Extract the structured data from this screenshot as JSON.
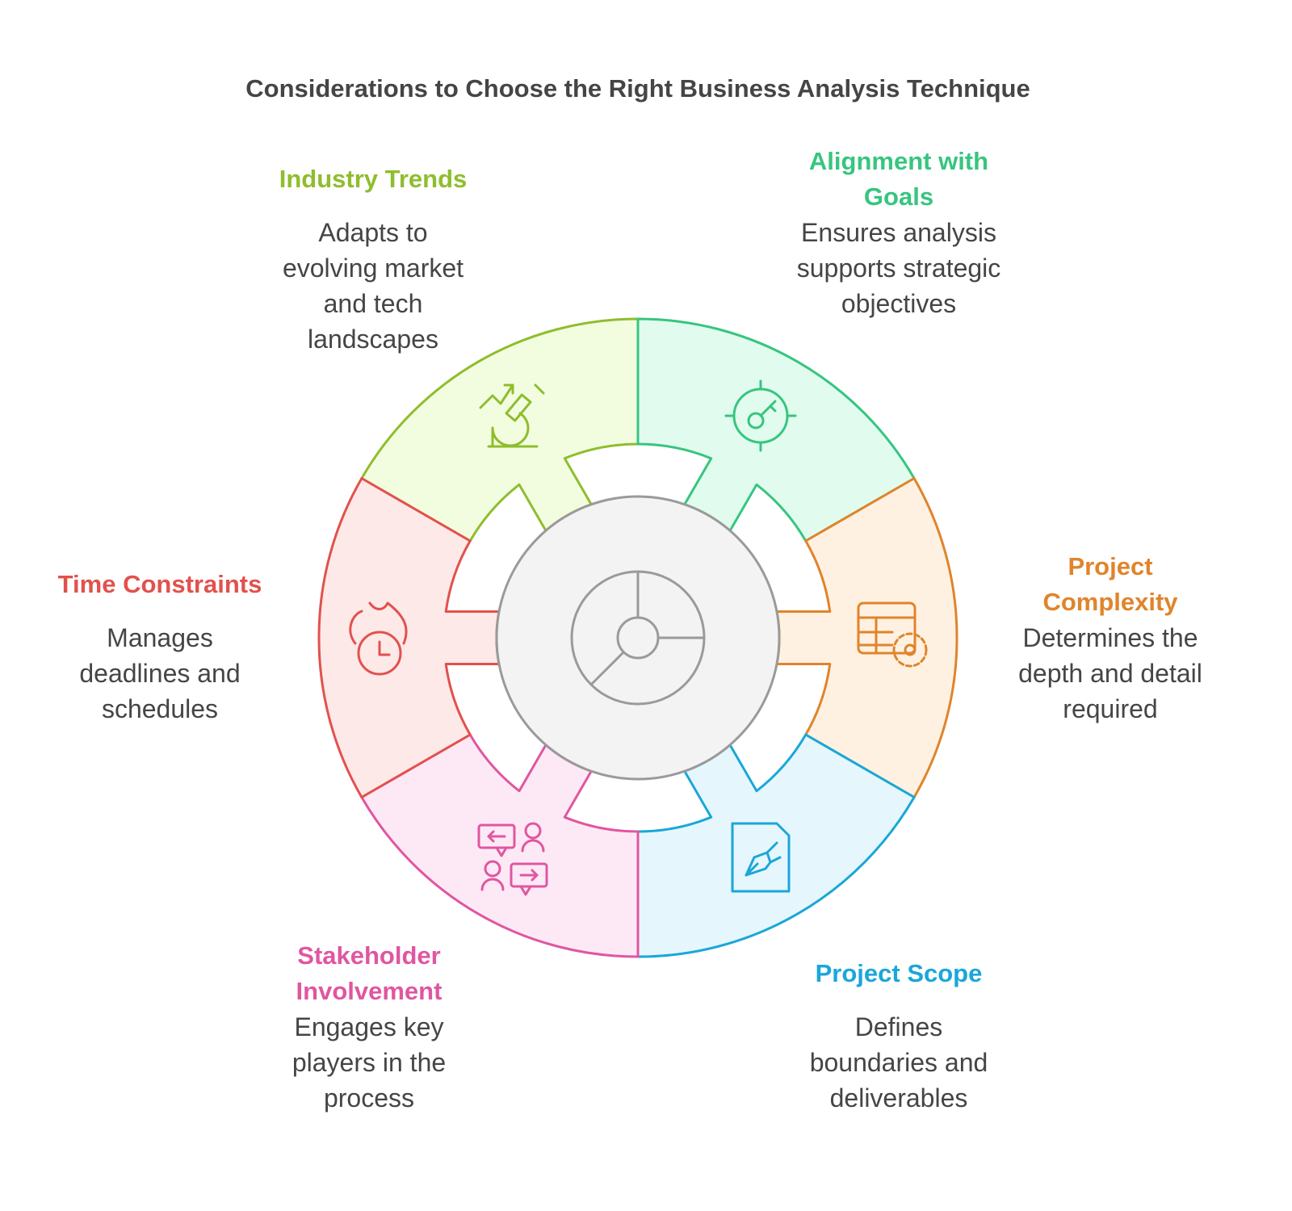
{
  "title": "Considerations to Choose the Right Business Analysis Technique",
  "segments": [
    {
      "id": "industry-trends",
      "title_lines": [
        "Industry Trends"
      ],
      "desc_lines": [
        "Adapts to",
        "evolving market",
        "and tech",
        "landscapes"
      ],
      "icon": "microscope-trend-icon",
      "fill": "#f2fde0",
      "stroke": "#8fbd2d"
    },
    {
      "id": "alignment-with-goals",
      "title_lines": [
        "Alignment with",
        "Goals"
      ],
      "desc_lines": [
        "Ensures analysis",
        "supports strategic",
        "objectives"
      ],
      "icon": "target-key-icon",
      "fill": "#e1fcef",
      "stroke": "#37c57f"
    },
    {
      "id": "project-complexity",
      "title_lines": [
        "Project",
        "Complexity"
      ],
      "desc_lines": [
        "Determines the",
        "depth and detail",
        "required"
      ],
      "icon": "table-gear-icon",
      "fill": "#fef1e2",
      "stroke": "#e0842b"
    },
    {
      "id": "project-scope",
      "title_lines": [
        "Project Scope"
      ],
      "desc_lines": [
        "Defines",
        "boundaries and",
        "deliverables"
      ],
      "icon": "document-pen-icon",
      "fill": "#e6f6fd",
      "stroke": "#1aa7d8"
    },
    {
      "id": "stakeholder-involvement",
      "title_lines": [
        "Stakeholder",
        "Involvement"
      ],
      "desc_lines": [
        "Engages key",
        "players in the",
        "process"
      ],
      "icon": "people-chat-icon",
      "fill": "#fde9f5",
      "stroke": "#e056a0"
    },
    {
      "id": "time-constraints",
      "title_lines": [
        "Time Constraints"
      ],
      "desc_lines": [
        "Manages",
        "deadlines and",
        "schedules"
      ],
      "icon": "fire-clock-icon",
      "fill": "#fde9e8",
      "stroke": "#e2514d"
    }
  ],
  "center": {
    "icon": "pie-chart-icon",
    "fill": "#f3f3f3",
    "stroke": "#9a9a9a"
  }
}
